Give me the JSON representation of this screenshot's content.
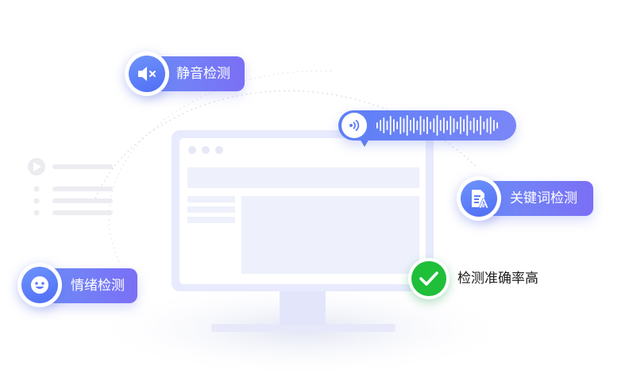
{
  "features": {
    "mute": {
      "label": "静音检测",
      "icon": "mute-speaker-icon"
    },
    "keyword": {
      "label": "关键词检测",
      "icon": "document-text-icon"
    },
    "emotion": {
      "label": "情绪检测",
      "icon": "smiley-face-icon"
    }
  },
  "accuracy": {
    "label": "检测准确率高",
    "icon": "check-circle-icon"
  },
  "voice_bubble": {
    "icon": "audio-wave-icon"
  },
  "colors": {
    "accent_blue": "#5b7cf5",
    "accent_purple": "#7b6ff5",
    "success_green": "#1fbf3a",
    "monitor_frame": "#e8ebfd"
  }
}
